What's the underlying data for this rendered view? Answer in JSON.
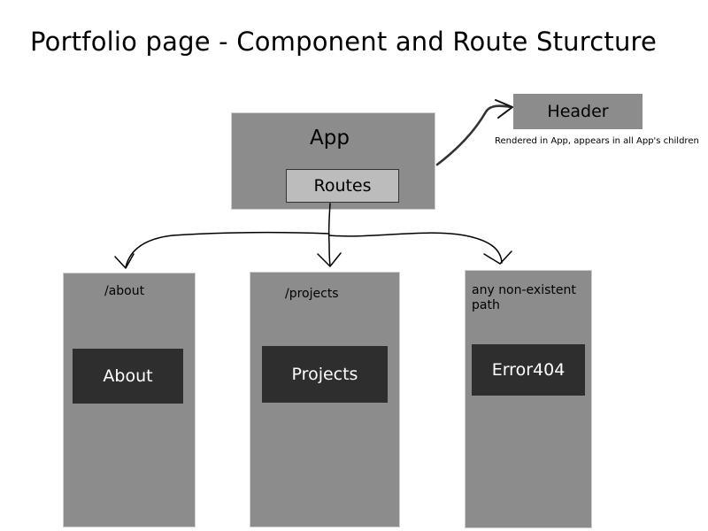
{
  "title": "Portfolio page - Component and Route Sturcture",
  "app": {
    "label": "App",
    "routes_label": "Routes"
  },
  "header": {
    "label": "Header",
    "note": "Rendered in App, appears in all App's children"
  },
  "routes": [
    {
      "path": "/about",
      "component": "About"
    },
    {
      "path": "/projects",
      "component": "Projects"
    },
    {
      "path": "any non-existent\n path",
      "component": "Error404"
    }
  ],
  "colors": {
    "box_fill": "#8c8c8c",
    "routes_fill": "#bcbcbc",
    "component_fill": "#2e2e2e",
    "component_text": "#ffffff"
  }
}
